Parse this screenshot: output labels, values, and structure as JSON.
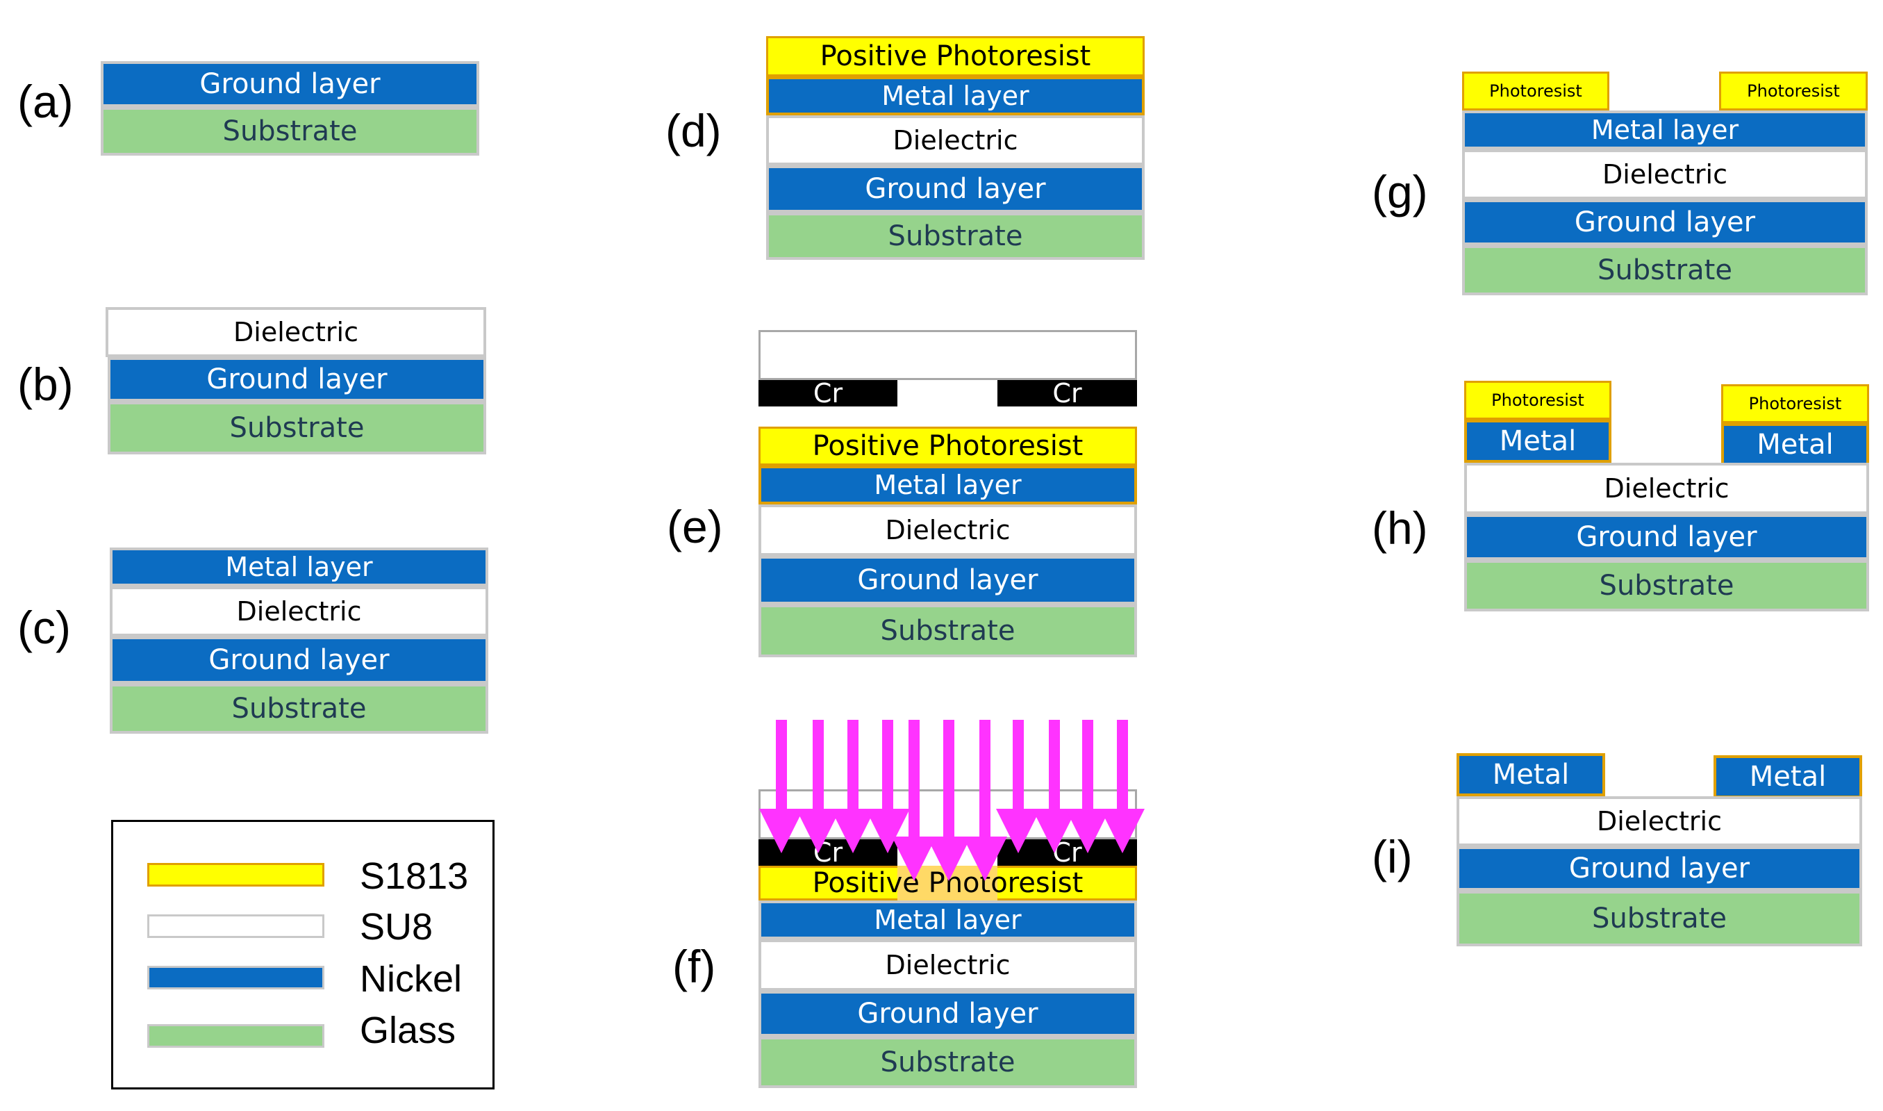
{
  "stages": {
    "a": {
      "label": "(a)"
    },
    "b": {
      "label": "(b)"
    },
    "c": {
      "label": "(c)"
    },
    "d": {
      "label": "(d)"
    },
    "e": {
      "label": "(e)"
    },
    "f": {
      "label": "(f)"
    },
    "g": {
      "label": "(g)"
    },
    "h": {
      "label": "(h)"
    },
    "i": {
      "label": "(i)"
    }
  },
  "layers": {
    "ground": "Ground layer",
    "substrate": "Substrate",
    "dielectric": "Dielectric",
    "metal_layer": "Metal layer",
    "metal": "Metal",
    "positive_photoresist": "Positive Photoresist",
    "photoresist": "Photoresist",
    "cr": "Cr"
  },
  "legend": {
    "items": [
      {
        "label": "S1813",
        "material": "photoresist",
        "color": "#ffff00"
      },
      {
        "label": "SU8",
        "material": "dielectric",
        "color": "#ffffff"
      },
      {
        "label": "Nickel",
        "material": "metal",
        "color": "#0b6cc2"
      },
      {
        "label": "Glass",
        "material": "substrate",
        "color": "#96d38c"
      }
    ]
  },
  "colors": {
    "nickel": "#0b6cc2",
    "glass": "#96d38c",
    "s1813": "#ffff00",
    "uv_arrow": "#ff33ff",
    "chrome": "#000000",
    "exposed_resist": "#ffd966"
  }
}
